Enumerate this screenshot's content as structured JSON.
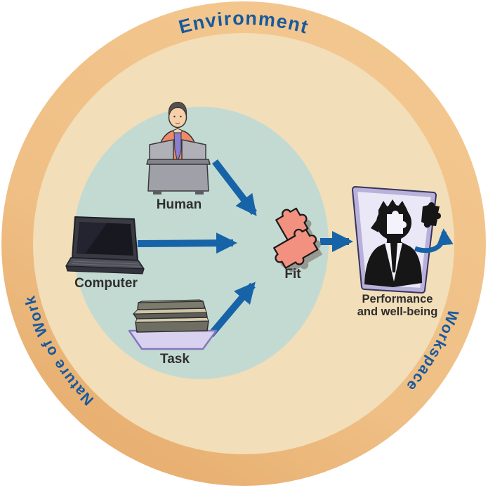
{
  "diagram": {
    "title_hint": "Human-Computer Fit model",
    "ring": {
      "top_label": "Environment",
      "left_label": "Nature of Work",
      "right_label": "Workspace"
    },
    "nodes": {
      "human": {
        "label": "Human"
      },
      "computer": {
        "label": "Computer"
      },
      "task": {
        "label": "Task"
      },
      "fit": {
        "label": "Fit"
      },
      "performance": {
        "label_line1": "Performance",
        "label_line2": "and well-being"
      }
    },
    "edges": [
      {
        "from": "Human",
        "to": "Fit"
      },
      {
        "from": "Computer",
        "to": "Fit"
      },
      {
        "from": "Task",
        "to": "Fit"
      },
      {
        "from": "Fit",
        "to": "Performance and well-being"
      }
    ],
    "colors": {
      "ring_orange": "#efbf85",
      "ring_orange_dark": "#e8ae6e",
      "mid_circle_tan": "#f2deb8",
      "inner_circle_teal": "#c3dad3",
      "arrow_blue": "#1763a8",
      "ring_text_blue": "#17599e",
      "label_dark": "#2e2e2e",
      "puzzle_salmon": "#f29180",
      "tray_lavender": "#d9d1f0",
      "poster_lavender": "#eae8f6"
    }
  }
}
